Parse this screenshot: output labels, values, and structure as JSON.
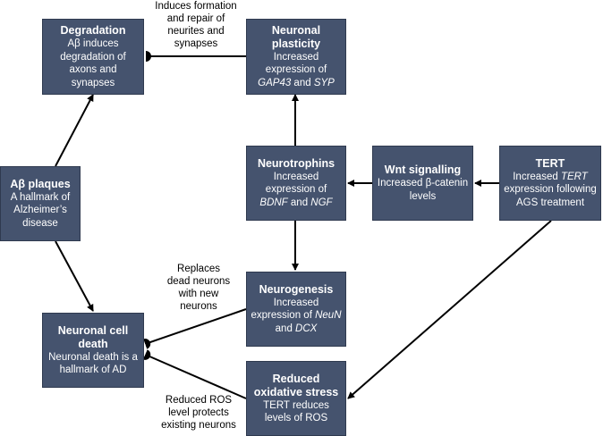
{
  "colors": {
    "box_fill": "#45536e",
    "box_text": "#ffffff",
    "arrow": "#000000"
  },
  "boxes": {
    "degradation": {
      "title": "Degradation",
      "body": "Aβ induces degradation of axons and synapses"
    },
    "plasticity": {
      "title": "Neuronal plasticity",
      "body_parts": [
        "Increased expression of ",
        "GAP43",
        " and ",
        "SYP"
      ]
    },
    "plaques": {
      "title": "Aβ plaques",
      "body": "A hallmark of Alzheimer’s disease"
    },
    "neurotrophins": {
      "title": "Neurotrophins",
      "body_parts": [
        "Increased expression of ",
        "BDNF",
        " and ",
        "NGF"
      ]
    },
    "wnt": {
      "title": "Wnt signalling",
      "body": "Increased β-catenin levels"
    },
    "tert": {
      "title": "TERT",
      "body_parts": [
        "Increased ",
        "TERT",
        " expression following AGS treatment"
      ]
    },
    "neurogenesis": {
      "title": "Neurogenesis",
      "body_parts": [
        "Increased expression of ",
        "NeuN",
        " and ",
        "DCX"
      ]
    },
    "celldeath": {
      "title": "Neuronal cell death",
      "body": "Neuronal death is a hallmark of AD"
    },
    "oxidative": {
      "title": "Reduced oxidative stress",
      "body": "TERT reduces levels of ROS"
    }
  },
  "notes": {
    "repair": "Induces formation and repair of neurites and synapses",
    "replaces": "Replaces dead neurons with new neurons",
    "ros": "Reduced ROS level protects existing neurons"
  }
}
